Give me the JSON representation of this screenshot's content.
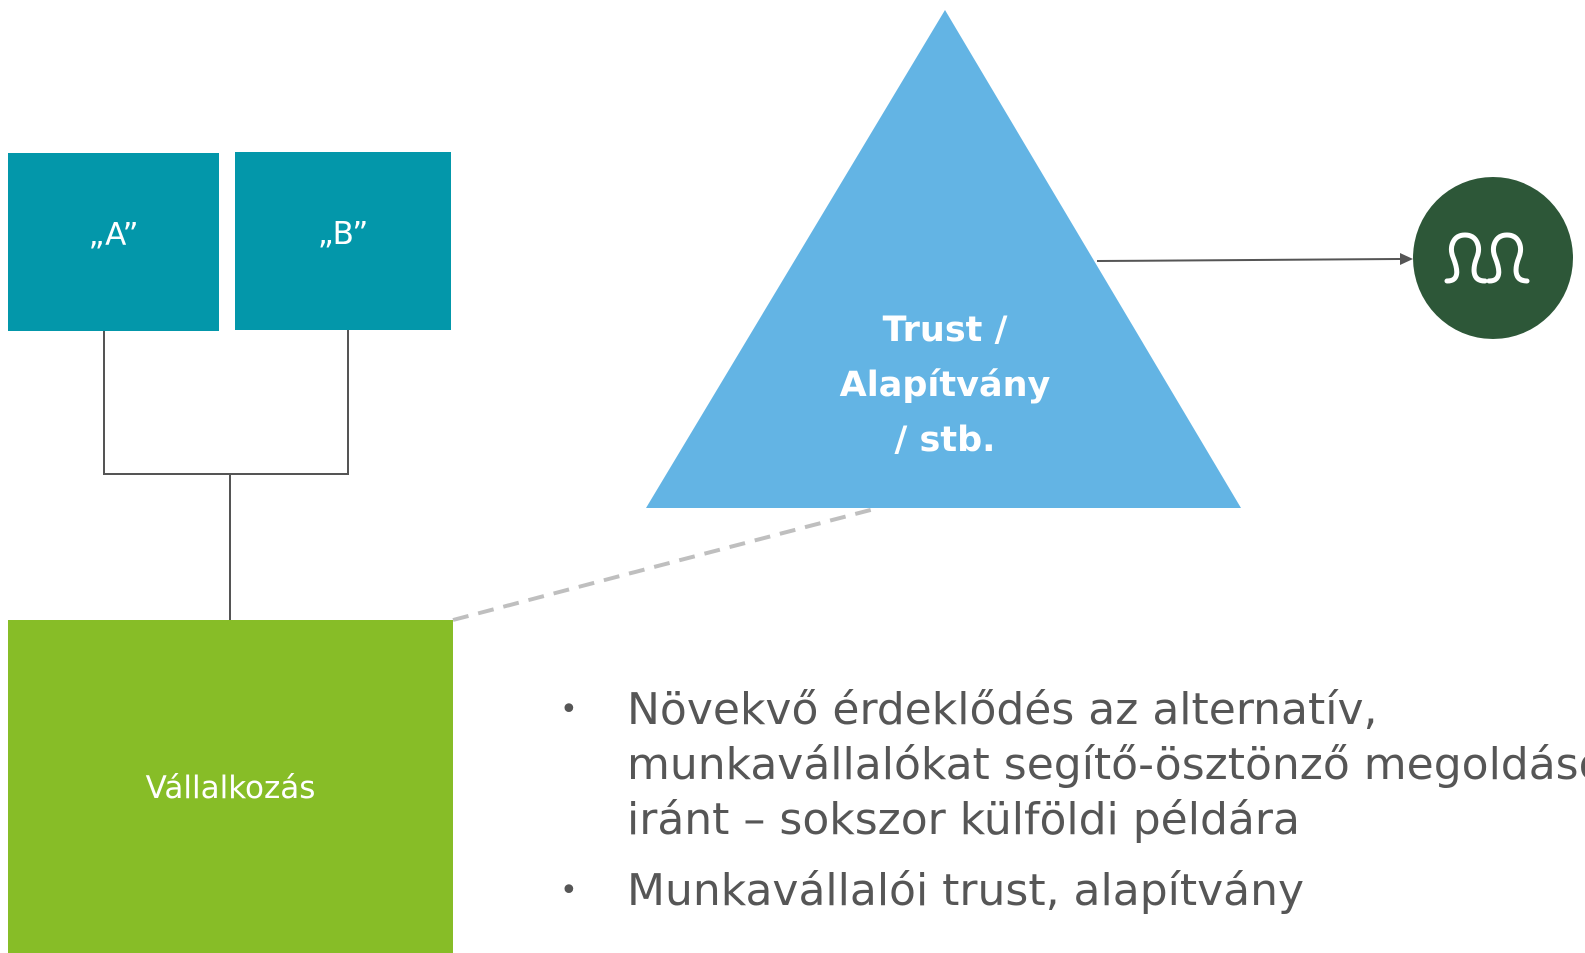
{
  "diagram": {
    "shareholder_a": "„A”",
    "shareholder_b": "„B”",
    "company": "Vállalkozás",
    "trust_label": [
      "Trust /",
      "Alapítvány",
      "/ stb."
    ],
    "beneficiaries_icon": "people-group-icon"
  },
  "bullets": [
    [
      "Növekvő érdeklődés az alternatív,",
      "munkavállalókat segítő-ösztönző megoldások",
      "iránt – sokszor külföldi példára"
    ],
    [
      "Munkavállalói trust, alapítvány"
    ]
  ],
  "colors": {
    "teal": "#0397aa",
    "green": "#87bd27",
    "sky_blue": "#63b4e4",
    "dark_green": "#2d5738",
    "text_gray": "#565656"
  }
}
